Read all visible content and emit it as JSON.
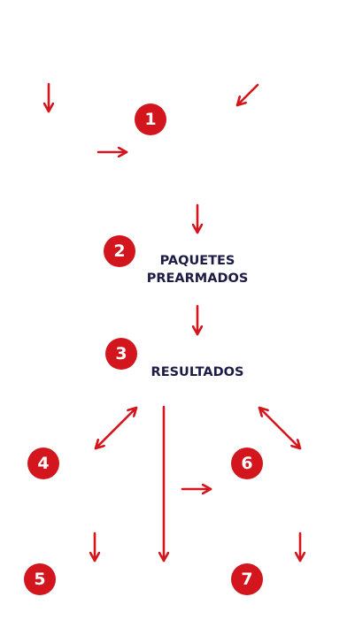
{
  "colors": {
    "accent": "#D3151E",
    "label_text": "#1B1B45",
    "background": "#FFFFFF"
  },
  "steps": [
    {
      "number": "1"
    },
    {
      "number": "2",
      "label_lines": [
        "PAQUETES",
        "PREARMADOS"
      ]
    },
    {
      "number": "3",
      "label_lines": [
        "RESULTADOS"
      ]
    },
    {
      "number": "4"
    },
    {
      "number": "5"
    },
    {
      "number": "6"
    },
    {
      "number": "7"
    }
  ],
  "arrows": [
    {
      "name": "arrow-down-top-left",
      "direction": "down"
    },
    {
      "name": "arrow-diagonal-down-left-top-right",
      "direction": "down-left"
    },
    {
      "name": "arrow-right-step-1",
      "direction": "right"
    },
    {
      "name": "arrow-down-to-step-2",
      "direction": "down"
    },
    {
      "name": "arrow-down-to-step-3",
      "direction": "down"
    },
    {
      "name": "arrow-double-diagonal-step-4",
      "direction": "bidirectional"
    },
    {
      "name": "arrow-long-down-center",
      "direction": "down"
    },
    {
      "name": "arrow-double-diagonal-step-6",
      "direction": "bidirectional"
    },
    {
      "name": "arrow-right-center",
      "direction": "right"
    },
    {
      "name": "arrow-down-to-step-5",
      "direction": "down"
    },
    {
      "name": "arrow-down-to-step-7",
      "direction": "down"
    }
  ]
}
